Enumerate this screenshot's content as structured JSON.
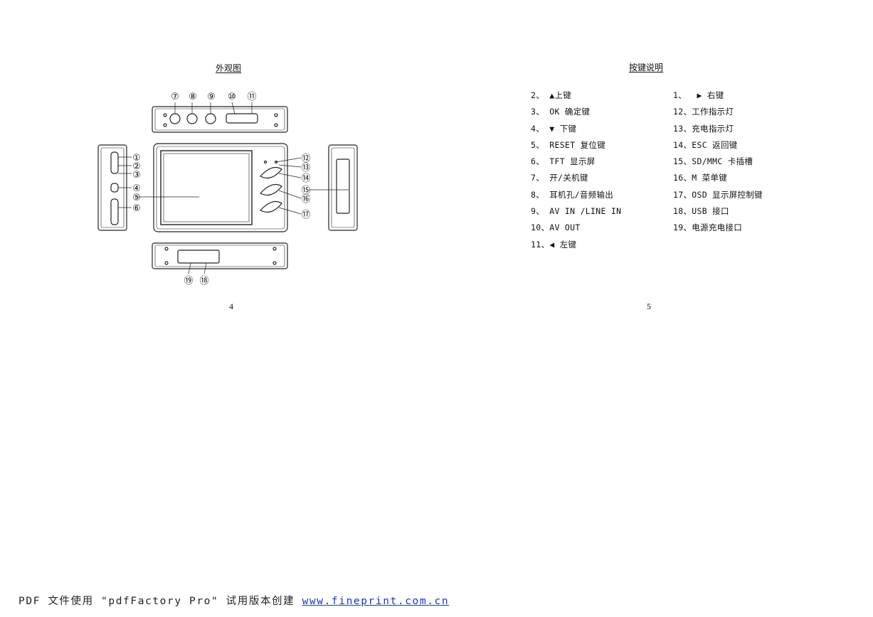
{
  "left_page": {
    "title": "外观图",
    "page_number": "4",
    "callouts": [
      "⑦",
      "⑧",
      "⑨",
      "⑩",
      "⑪",
      "①",
      "②",
      "③",
      "④",
      "⑤",
      "⑥",
      "⑫",
      "⑬",
      "⑭",
      "⑮",
      "⑯",
      "⑰",
      "⑲",
      "⑱"
    ]
  },
  "right_page": {
    "title": "按键说明",
    "page_number": "5",
    "keys": [
      "2、 ▲上键",
      "1、  ▶ 右键",
      "3、 OK 确定键",
      "12、工作指示灯",
      "4、 ▼ 下键",
      "13、充电指示灯",
      "5、 RESET 复位键",
      "14、ESC 返回键",
      "6、 TFT 显示屏",
      "15、SD/MMC 卡插槽",
      "7、 开/关机键",
      "16、M 菜单键",
      "8、 耳机孔/音频输出",
      "17、OSD 显示屏控制键",
      "9、 AV IN /LINE IN",
      "18、USB 接口",
      "10、AV OUT",
      "19、电源充电接口",
      "11、◀ 左键",
      ""
    ]
  },
  "footer": {
    "text": "PDF 文件使用 \"pdfFactory Pro\" 试用版本创建 ",
    "link": "www.fineprint.com.cn"
  }
}
